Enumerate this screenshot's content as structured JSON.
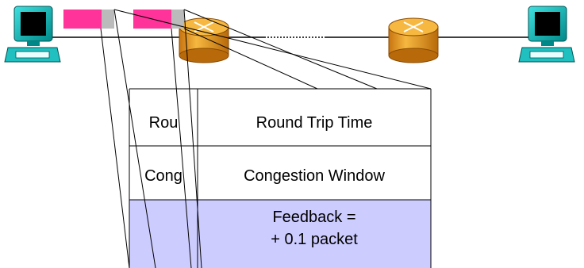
{
  "header_full": "Round Trip Time",
  "header_clipped": "Rou",
  "window_full": "Congestion Window",
  "window_clipped": "Cong",
  "feedback_line1": "Feedback  =",
  "feedback_line2": "+ 0.1 packet",
  "colors": {
    "packet": "#ff3399",
    "packet_tail": "#bbbbbb",
    "router_body": "#f0a020",
    "router_dark": "#c87410",
    "feedback_fill": "#ccccff",
    "computer": "#00a0a0",
    "screen": "#000000"
  },
  "icons": [
    "computer-icon",
    "router-icon",
    "packet-icon"
  ]
}
